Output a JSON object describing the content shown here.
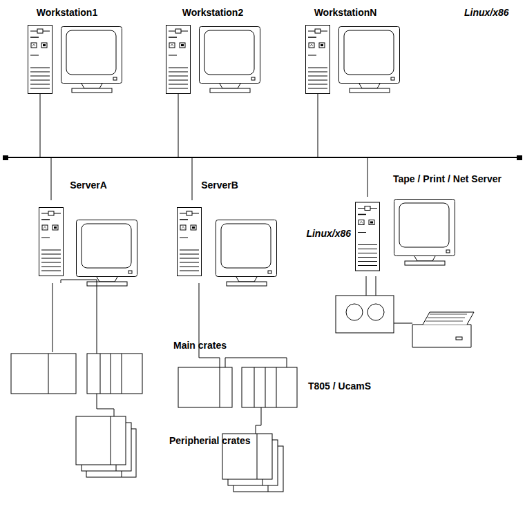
{
  "diagram": {
    "nodes": [
      {
        "text": [
          "Workstation1"
        ]
      },
      {
        "text": [
          "Workstation2"
        ]
      },
      {
        "text": [
          "WorkstationN"
        ]
      },
      {
        "text": [
          "ServerA"
        ]
      },
      {
        "text": [
          "ServerB"
        ]
      },
      {
        "text": [
          "Tape / Print / Net Server"
        ]
      }
    ],
    "labels": [
      "Linux/x86",
      "Linux/x86",
      "Main crates",
      "T805 / UcamS",
      "Peripherial crates"
    ]
  }
}
